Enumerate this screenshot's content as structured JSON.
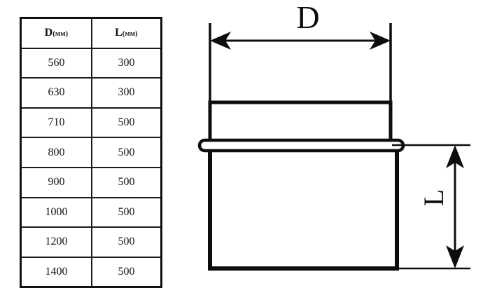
{
  "figure": {
    "type": "engineering-drawing",
    "subject": "pipe-socket-dimension-diagram"
  },
  "table": {
    "columns": [
      {
        "symbol": "D",
        "unit": "(мм)"
      },
      {
        "symbol": "L",
        "unit": "(мм)"
      }
    ],
    "rows": [
      {
        "d": "560",
        "l": "300"
      },
      {
        "d": "630",
        "l": "300"
      },
      {
        "d": "710",
        "l": "500"
      },
      {
        "d": "800",
        "l": "500"
      },
      {
        "d": "900",
        "l": "500"
      },
      {
        "d": "1000",
        "l": "500"
      },
      {
        "d": "1200",
        "l": "500"
      },
      {
        "d": "1400",
        "l": "500"
      }
    ]
  },
  "drawing": {
    "dimension_horizontal_label": "D",
    "dimension_vertical_label": "L",
    "line_color": "#0d0d0d",
    "fill_color": "#ffffff"
  }
}
